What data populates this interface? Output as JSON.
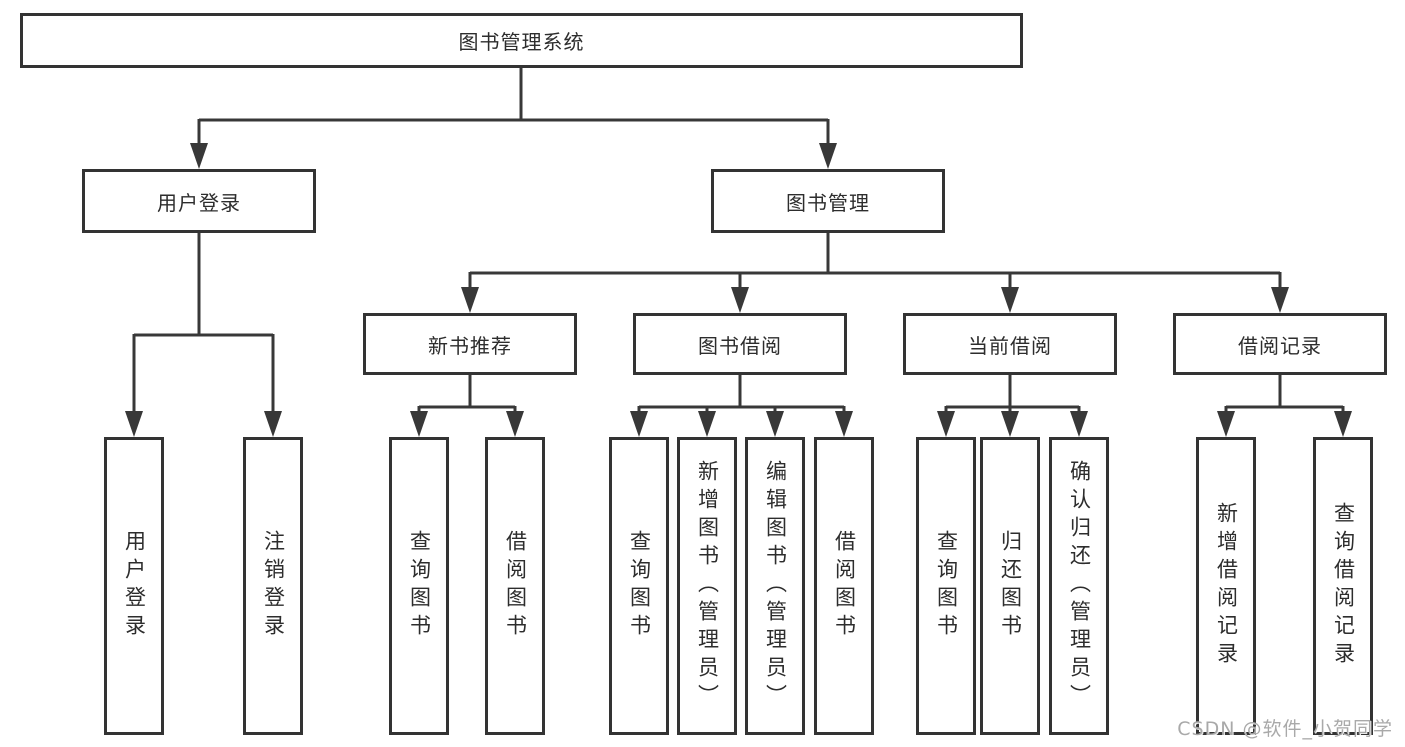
{
  "diagram": {
    "root": {
      "label": "图书管理系统"
    },
    "level2": [
      {
        "label": "用户登录"
      },
      {
        "label": "图书管理"
      }
    ],
    "level3": [
      {
        "label": "新书推荐"
      },
      {
        "label": "图书借阅"
      },
      {
        "label": "当前借阅"
      },
      {
        "label": "借阅记录"
      }
    ],
    "leaves": {
      "user_login": [
        "用户登录",
        "注销登录"
      ],
      "new_book": [
        "查询图书",
        "借阅图书"
      ],
      "book_borrow": [
        "查询图书",
        "新增图书（管理员）",
        "编辑图书（管理员）",
        "借阅图书"
      ],
      "current_borrow": [
        "查询图书",
        "归还图书",
        "确认归还（管理员）"
      ],
      "borrow_records": [
        "新增借阅记录",
        "查询借阅记录"
      ]
    },
    "colors": {
      "line": "#383838",
      "border": "#333333",
      "text": "#2d2d2d",
      "watermark": "#a9a9a9"
    }
  },
  "watermark": {
    "text": "CSDN @软件_小贺同学"
  }
}
